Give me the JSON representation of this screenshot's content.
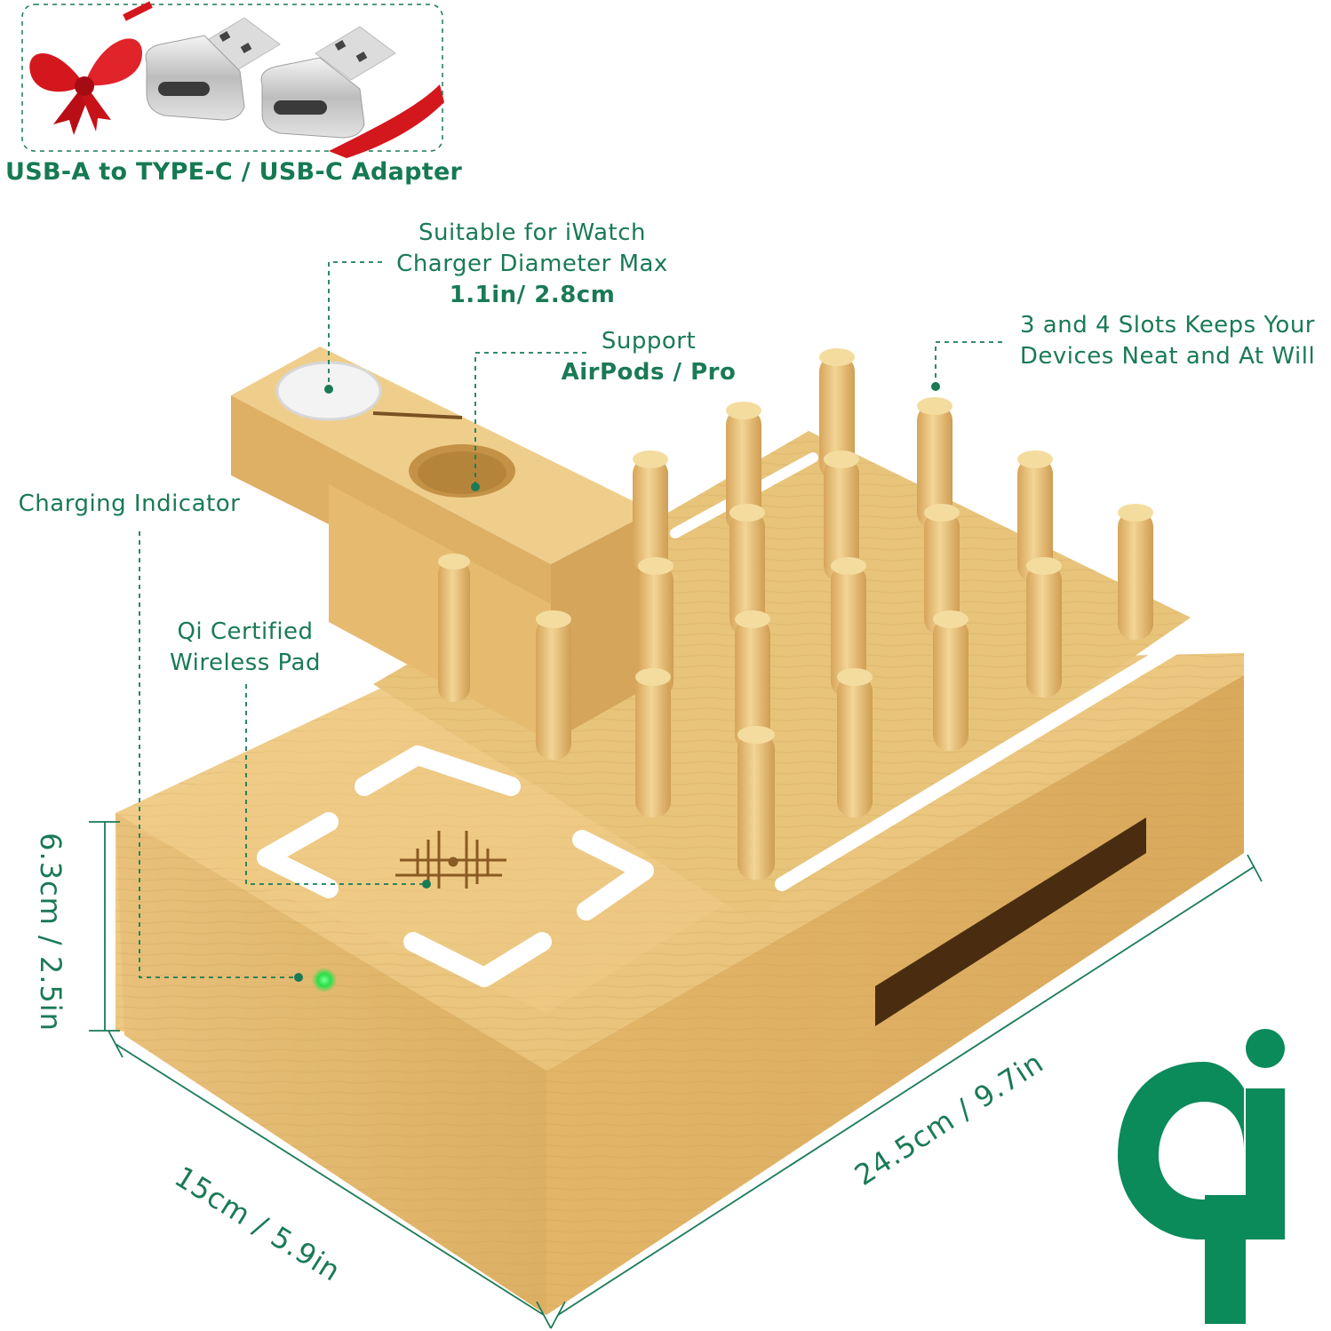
{
  "adapter": {
    "title": "USB-A to TYPE-C / USB-C Adapter"
  },
  "callouts": {
    "iwatch": {
      "line1": "Suitable for iWatch",
      "line2": "Charger Diameter Max",
      "line3": "1.1in/ 2.8cm"
    },
    "airpods": {
      "line1": "Support",
      "line2": "AirPods / Pro"
    },
    "slots": {
      "line1": "3 and 4 Slots Keeps Your",
      "line2": "Devices Neat and At Will"
    },
    "indicator": {
      "line1": "Charging Indicator"
    },
    "qi_pad": {
      "line1": "Qi Certified",
      "line2": "Wireless Pad"
    }
  },
  "dimensions": {
    "height": "6.3cm / 2.5in",
    "depth": "15cm / 5.9in",
    "width": "24.5cm / 9.7in"
  },
  "colors": {
    "accent": "#1a7a55",
    "qi_logo": "#0b8a5a",
    "bamboo": "#e9c57e",
    "bamboo_dark": "#d2a65a",
    "indicator_led": "#27e04a"
  },
  "icons": [
    "gift-bow-icon",
    "usb-adapter-icon",
    "qi-logo-icon",
    "wireless-charging-icon"
  ]
}
